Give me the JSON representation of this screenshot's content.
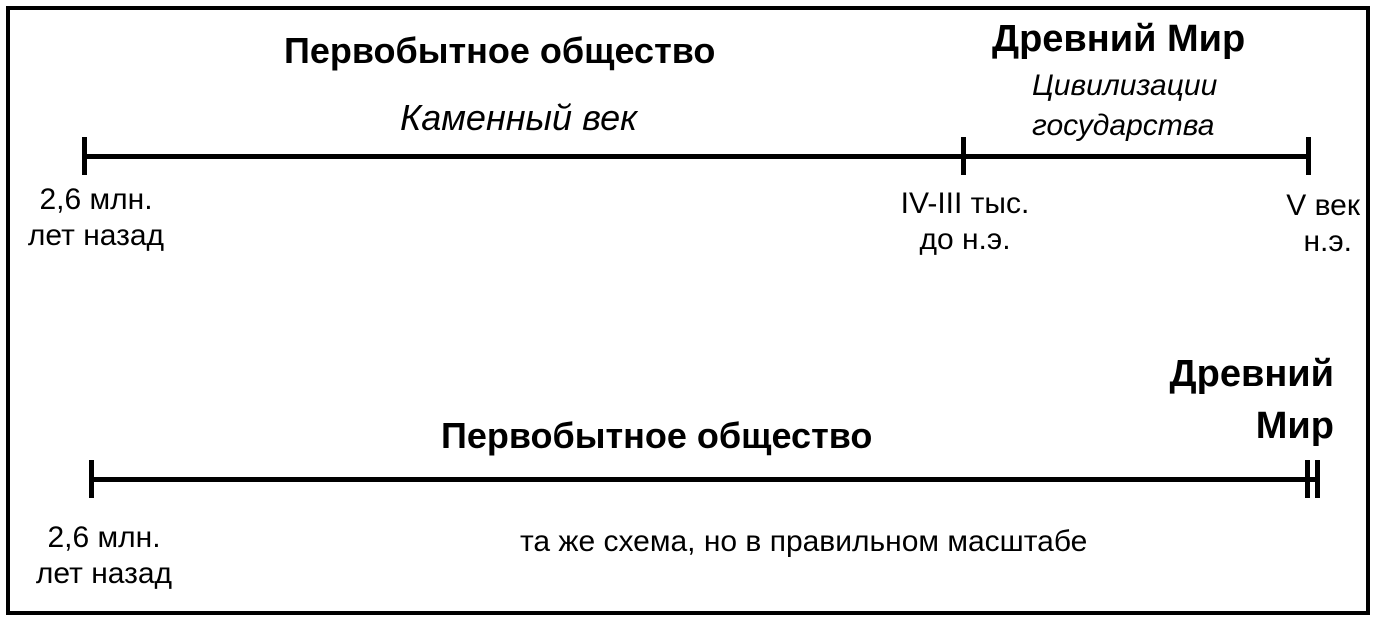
{
  "diagram": {
    "top_timeline": {
      "era_primitive": "Первобытное  общество",
      "period_stone_age": "Каменный  век",
      "era_ancient": "Древний  Мир",
      "ancient_subtitle_line1": "Цивилизации",
      "ancient_subtitle_line2": "государства",
      "start_label_line1": "2,6 млн.",
      "start_label_line2": "лет назад",
      "mid_label_line1": "IV-III тыс.",
      "mid_label_line2": "до н.э.",
      "end_label_line1": "V век",
      "end_label_line2": "н.э."
    },
    "bottom_timeline": {
      "era_primitive": "Первобытное  общество",
      "era_ancient_line1": "Древний",
      "era_ancient_line2": "Мир",
      "start_label_line1": "2,6 млн.",
      "start_label_line2": "лет назад",
      "note": "та же схема, но в правильном масштабе"
    },
    "colors": {
      "ink": "#000000",
      "background": "#ffffff"
    }
  }
}
